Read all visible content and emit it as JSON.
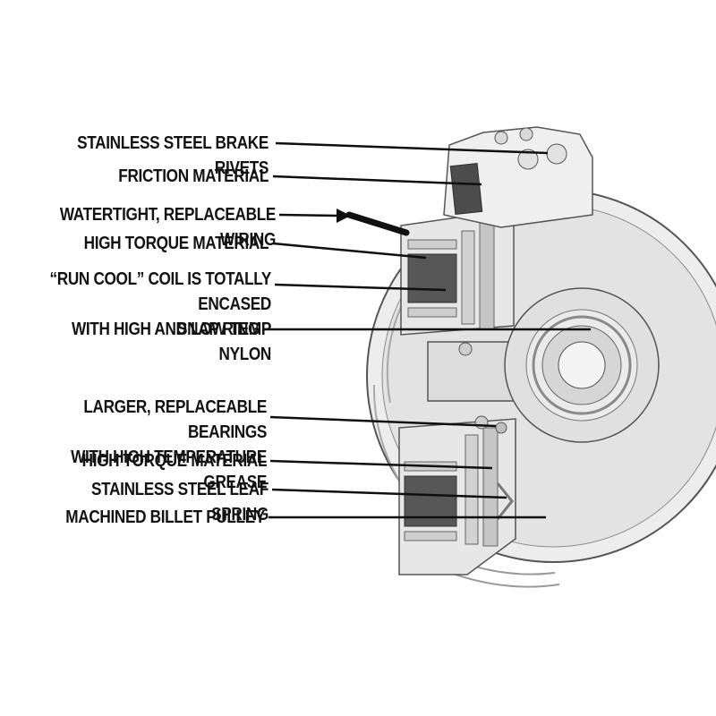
{
  "page": {
    "background": "#ffffff"
  },
  "colors": {
    "label_text": "#121212",
    "leader_line": "#0f0f0f",
    "metal_light": "#ededed",
    "metal_mid": "#dcdcdc",
    "metal_dark": "#c6c6c6",
    "coil_dark": "#575757",
    "friction_dark": "#4c4c4c",
    "outline": "#555555",
    "wire": "#111111"
  },
  "callouts": [
    {
      "id": "brake-rivets",
      "label": "STAINLESS STEEL BRAKE RIVETS"
    },
    {
      "id": "friction-material",
      "label": "FRICTION MATERIAL"
    },
    {
      "id": "wiring",
      "label": "WATERTIGHT, REPLACEABLE WIRING"
    },
    {
      "id": "high-torque-upper",
      "label": "HIGH TORQUE MATERIAL"
    },
    {
      "id": "coil",
      "label": "“RUN COOL” COIL IS TOTALLY ENCASED\nWITH HIGH AND LOW TEMP NYLON"
    },
    {
      "id": "snap-ring",
      "label": "SNAP RING"
    },
    {
      "id": "bearings",
      "label": "LARGER, REPLACEABLE BEARINGS\nWITH HIGH TEMPERATURE GREASE"
    },
    {
      "id": "high-torque-lower",
      "label": "HIGH TORQUE MATERIAL"
    },
    {
      "id": "leaf-spring",
      "label": "STAINLESS STEEL LEAF SPRING"
    },
    {
      "id": "billet-pulley",
      "label": "MACHINED BILLET PULLEY"
    }
  ]
}
